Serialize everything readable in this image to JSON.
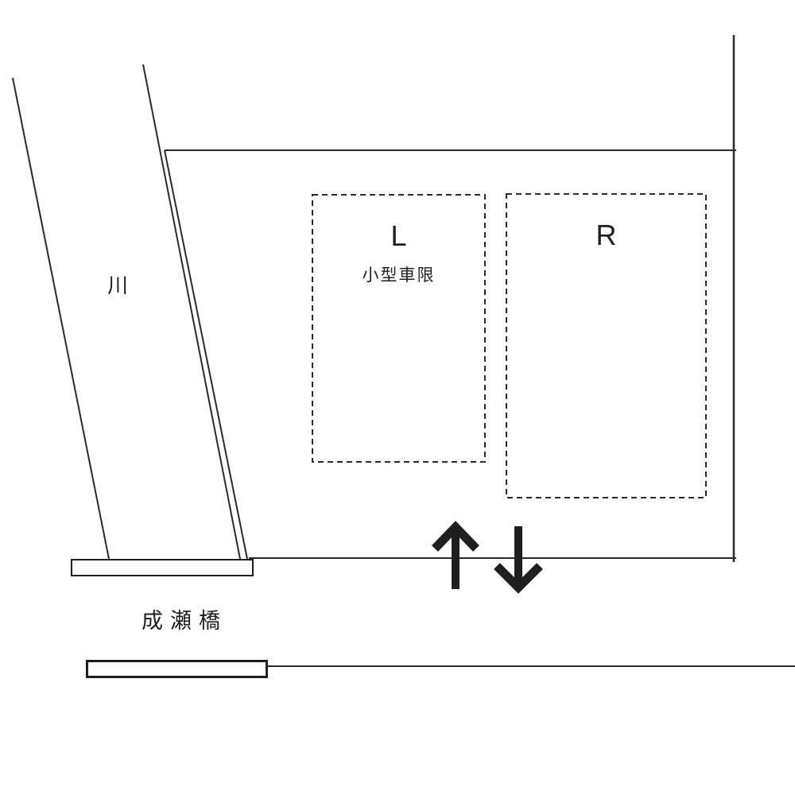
{
  "river": {
    "label": "川"
  },
  "bridge": {
    "label": "成瀬橋"
  },
  "zones": {
    "left": {
      "label": "L",
      "note": "小型車限"
    },
    "right": {
      "label": "R"
    }
  },
  "arrows": {
    "up": "↑",
    "down": "↓"
  },
  "colors": {
    "line": "#2b2b2b",
    "text": "#231f20",
    "background": "#ffffff"
  }
}
